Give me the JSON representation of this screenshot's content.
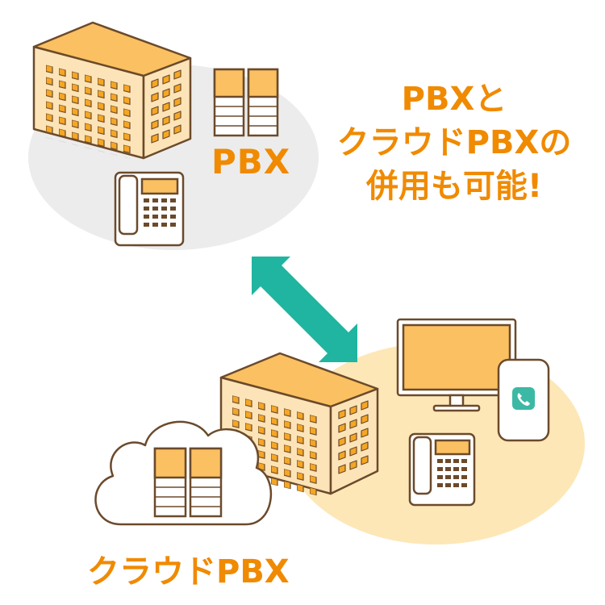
{
  "headline": {
    "line1": "PBXと",
    "line2": "クラウドPBXの",
    "line3": "併用も可能!"
  },
  "labels": {
    "onprem": "PBX",
    "cloud": "クラウドPBX"
  },
  "colors": {
    "accent_text": "#f08a00",
    "building_face": "#fde4b8",
    "building_top": "#fbc061",
    "window": "#f5a623",
    "outline": "#6b4a2b",
    "arrow": "#1fb5a0",
    "ground_gray": "#ececec",
    "ground_yellow": "#fde7b7",
    "phone_icon_bg": "#3cb9a5"
  },
  "icons": [
    "building-icon",
    "pbx-server-icon",
    "desk-phone-icon",
    "monitor-icon",
    "smartphone-icon",
    "cloud-icon",
    "bidirectional-arrow-icon"
  ]
}
